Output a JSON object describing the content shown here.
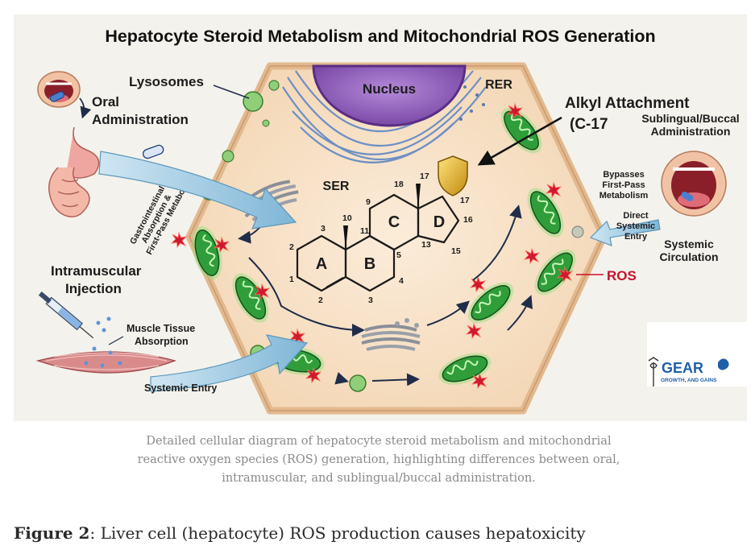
{
  "title": "Hepatocyte Steroid Metabolism and Mitochondrial ROS Generation",
  "labels": {
    "lysosomes": "Lysosomes",
    "oral_line1": "Oral",
    "oral_line2": "Administration",
    "gi_line1": "Gastrointestinal",
    "gi_line2": "Absorption &",
    "gi_line3": "First-Pass Metabolism",
    "nucleus": "Nucleus",
    "rer": "RER",
    "ser": "SER",
    "alkyl_line1": "Alkyl Attachment",
    "alkyl_line2": "(C-17",
    "sublingual_line1": "Sublingual/Buccal",
    "sublingual_line2": "Administration",
    "bypass_line1": "Bypasses",
    "bypass_line2": "First-Pass",
    "bypass_line3": "Metabolism",
    "direct_line1": "Direct",
    "direct_line2": "Systemic",
    "direct_line3": "Entry",
    "systemic_line1": "Systemic",
    "systemic_line2": "Circulation",
    "ros": "ROS",
    "im_line1": "Intramuscular",
    "im_line2": "Injection",
    "muscle_line1": "Muscle Tissue",
    "muscle_line2": "Absorption",
    "systemic_entry": "Systemic Entry"
  },
  "steroid": {
    "rings": [
      "A",
      "B",
      "C",
      "D"
    ],
    "numbers": [
      "1",
      "2",
      "3",
      "10",
      "11",
      "9",
      "18",
      "17",
      "17",
      "16",
      "15",
      "13",
      "5",
      "4",
      "3",
      "2"
    ]
  },
  "brand": {
    "name": "GEAR",
    "tagline": "GROWTH, AND GAINS"
  },
  "caption": {
    "line1": "Detailed cellular diagram of hepatocyte steroid metabolism and mitochondrial",
    "line2": "reactive oxygen species (ROS) generation, highlighting differences between oral,",
    "line3": "intramuscular, and sublingual/buccal administration."
  },
  "figure_label": {
    "prefix": "Figure 2",
    "text": ": Liver cell (hepatocyte) ROS production causes hepatoxicity"
  },
  "colors": {
    "ros_red": "#c8102e",
    "mitochondria_green": "#2f9e3a",
    "nucleus_purple": "#8a5bb5",
    "arrow_blue": "#8cc0dc",
    "shield_gold": "#e0b020",
    "brand_blue": "#1f5fa8"
  }
}
